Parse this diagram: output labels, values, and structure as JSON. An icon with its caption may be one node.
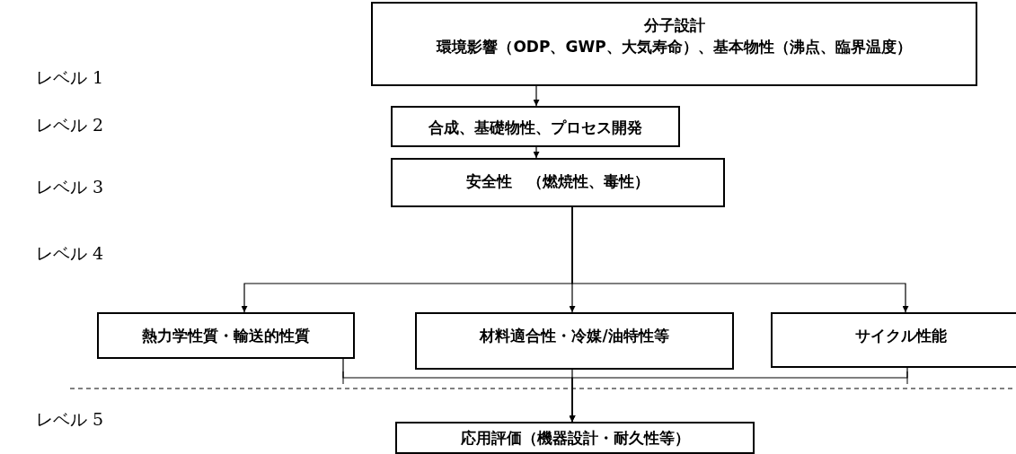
{
  "diagram": {
    "nodes": [
      {
        "text": [
          "分子設計",
          "環境影響（ODP、GWP、大気寿命）、基本物性（沸点、臨界温度）"
        ]
      },
      {
        "text": [
          "合成、基礎物性、プロセス開発"
        ]
      },
      {
        "text": [
          "安全性　（燃焼性、毒性）"
        ]
      },
      {
        "text": [
          "熱力学性質・輸送的性質"
        ]
      },
      {
        "text": [
          "材料適合性・冷媒/油特性等"
        ]
      },
      {
        "text": [
          "サイクル性能"
        ]
      },
      {
        "text": [
          "応用評価（機器設計・耐久性等）"
        ]
      }
    ],
    "edges": [
      {
        "from": 0,
        "to": 1,
        "arrow": "to"
      },
      {
        "from": 1,
        "to": 2,
        "arrow": "to"
      },
      {
        "from": 2,
        "to": 3,
        "arrow": "to"
      },
      {
        "from": 2,
        "to": 4,
        "arrow": "to"
      },
      {
        "from": 2,
        "to": 5,
        "arrow": "to"
      },
      {
        "from": 3,
        "to": 6,
        "arrow": "to"
      },
      {
        "from": 4,
        "to": 6,
        "arrow": "to"
      },
      {
        "from": 5,
        "to": 6,
        "arrow": "to"
      }
    ],
    "labels": [
      "レベル 1",
      "レベル 2",
      "レベル 3",
      "レベル 4",
      "レベル 5"
    ]
  }
}
